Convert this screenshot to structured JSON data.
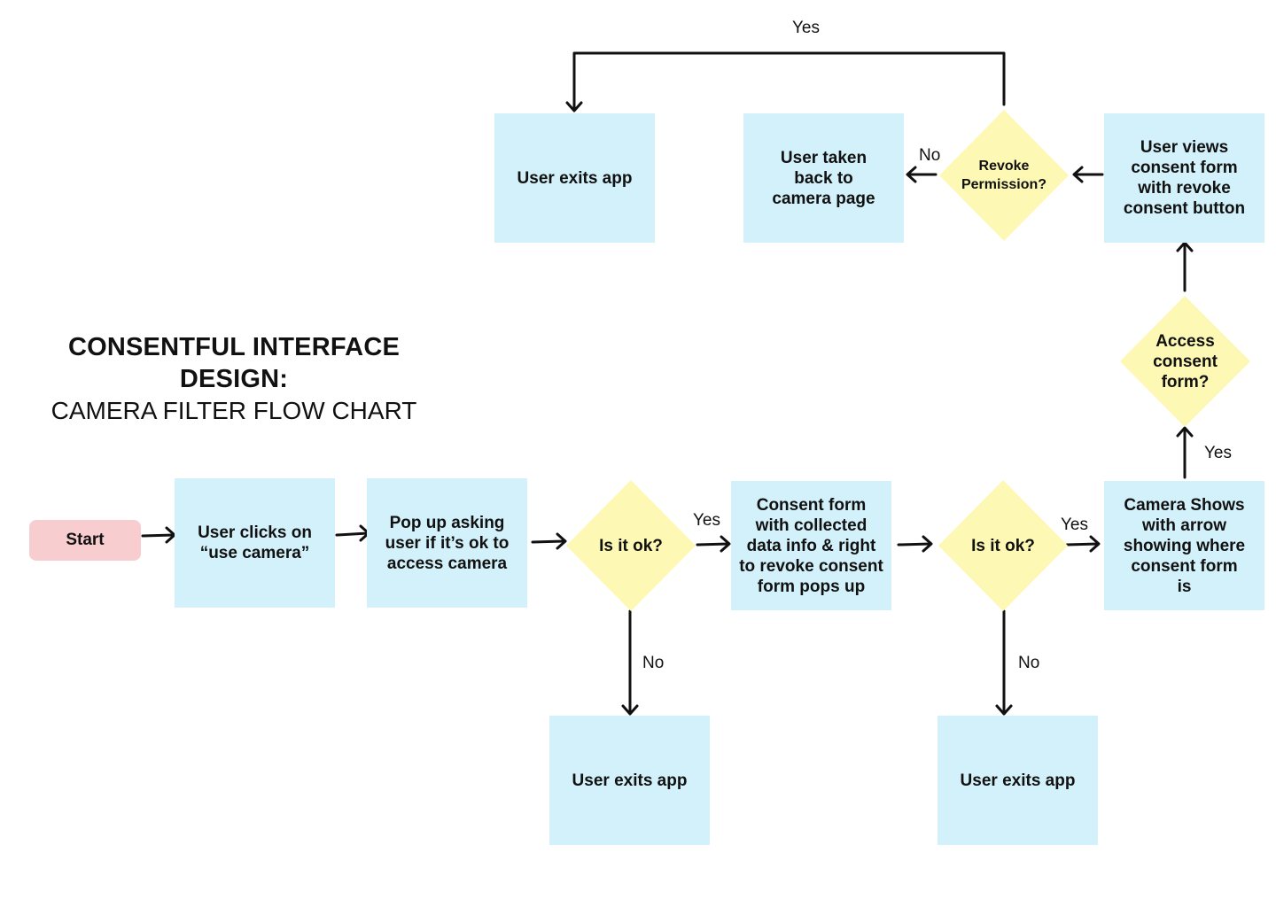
{
  "title": {
    "line1": "CONSENTFUL INTERFACE DESIGN:",
    "line2": "CAMERA FILTER FLOW CHART"
  },
  "nodes": {
    "start": "Start",
    "user_clicks": [
      "User clicks on",
      "“use camera”"
    ],
    "popup": [
      "Pop up asking",
      "user if it’s ok to",
      "access camera"
    ],
    "is_ok_1": "Is it ok?",
    "consent_form": [
      "Consent form",
      "with collected",
      "data info & right",
      "to revoke consent",
      "form pops up"
    ],
    "is_ok_2": "Is it ok?",
    "camera_shows": [
      "Camera Shows",
      "with arrow",
      "showing where",
      "consent form",
      "is"
    ],
    "access_consent": [
      "Access",
      "consent",
      "form?"
    ],
    "user_views": [
      "User views",
      "consent form",
      "with revoke",
      "consent button"
    ],
    "revoke": [
      "Revoke",
      "Permission?"
    ],
    "taken_back": [
      "User taken",
      "back to",
      "camera page"
    ],
    "exit_top": "User exits app",
    "exit_bottom_1": "User exits app",
    "exit_bottom_2": "User exits app"
  },
  "edge_labels": {
    "yes_1": "Yes",
    "no_1": "No",
    "yes_2": "Yes",
    "no_2": "No",
    "yes_access": "Yes",
    "no_revoke": "No",
    "yes_revoke": "Yes"
  },
  "colors": {
    "box": "#d3f1fa",
    "decision": "#fdf8b4",
    "start": "#f8cdd0",
    "line": "#111111"
  }
}
